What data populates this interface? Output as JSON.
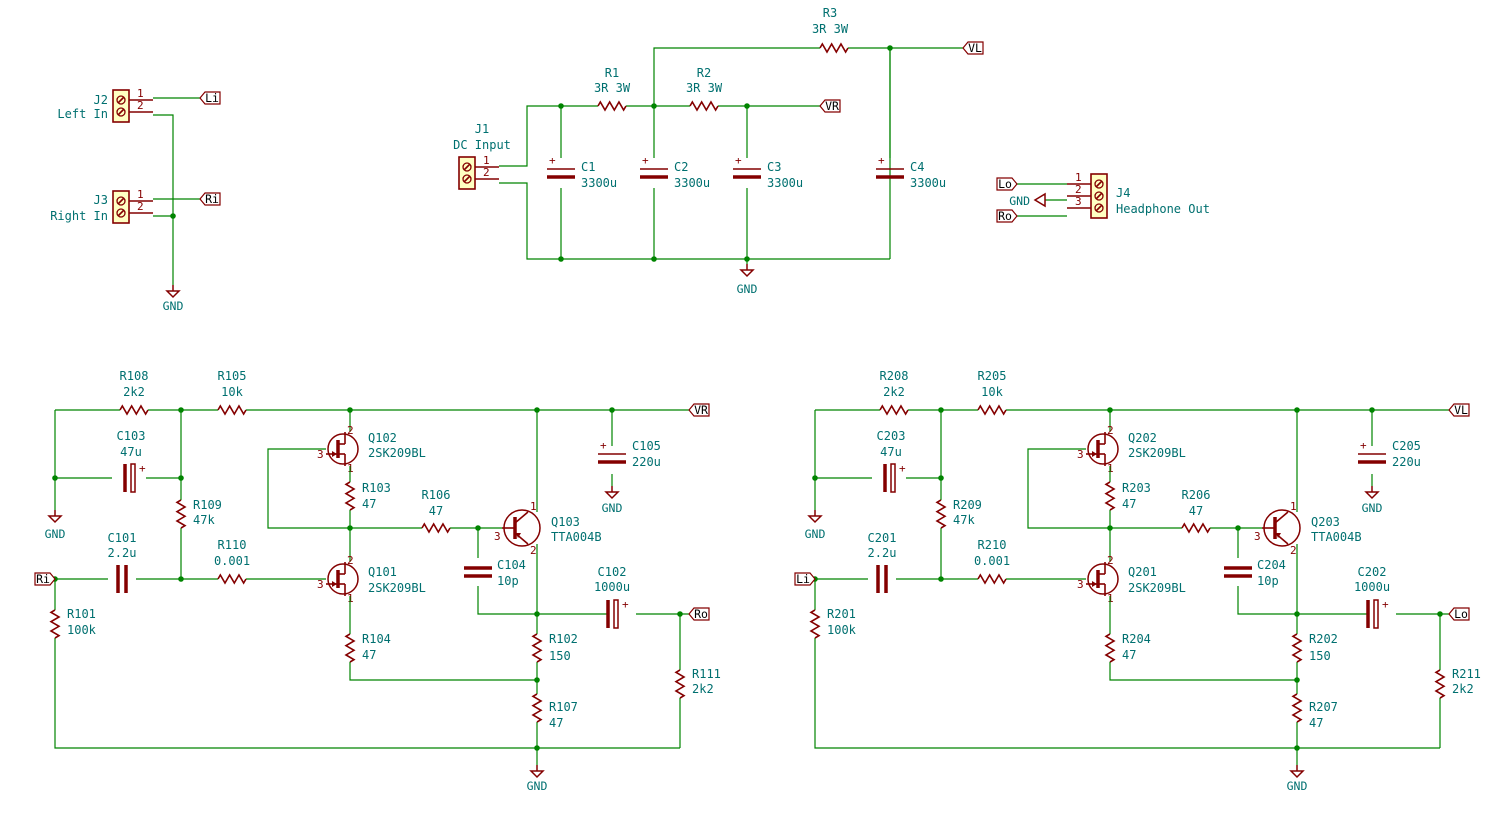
{
  "colors": {
    "wire": "#008400",
    "component": "#840000",
    "text": "#007070",
    "label": "#000000",
    "connector_fill": "#ffffc2"
  },
  "power": {
    "gnd": "GND"
  },
  "connectors": [
    {
      "ref": "J1",
      "value": "DC Input",
      "pins": [
        "1",
        "2"
      ]
    },
    {
      "ref": "J2",
      "value": "Left In",
      "pins": [
        "1",
        "2"
      ]
    },
    {
      "ref": "J3",
      "value": "Right In",
      "pins": [
        "1",
        "2"
      ]
    },
    {
      "ref": "J4",
      "value": "Headphone Out",
      "pins": [
        "1",
        "2",
        "3"
      ]
    }
  ],
  "supply": {
    "R1": {
      "ref": "R1",
      "value": "3R 3W"
    },
    "R2": {
      "ref": "R2",
      "value": "3R 3W"
    },
    "R3": {
      "ref": "R3",
      "value": "3R 3W"
    },
    "C1": {
      "ref": "C1",
      "value": "3300u"
    },
    "C2": {
      "ref": "C2",
      "value": "3300u"
    },
    "C3": {
      "ref": "C3",
      "value": "3300u"
    },
    "C4": {
      "ref": "C4",
      "value": "3300u"
    }
  },
  "net_labels": {
    "VL": "VL",
    "VR": "VR",
    "Li": "Li",
    "Ri": "Ri",
    "Lo": "Lo",
    "Ro": "Ro"
  },
  "channels": [
    {
      "name": "right",
      "in_label": "Ri",
      "out_label": "Ro",
      "vcc_label": "VR",
      "R108": {
        "ref": "R108",
        "value": "2k2"
      },
      "R105": {
        "ref": "R105",
        "value": "10k"
      },
      "C103": {
        "ref": "C103",
        "value": "47u"
      },
      "R109": {
        "ref": "R109",
        "value": "47k"
      },
      "C101": {
        "ref": "C101",
        "value": "2.2u"
      },
      "R110": {
        "ref": "R110",
        "value": "0.001"
      },
      "R101": {
        "ref": "R101",
        "value": "100k"
      },
      "Q102": {
        "ref": "Q102",
        "value": "2SK209BL"
      },
      "R103": {
        "ref": "R103",
        "value": "47"
      },
      "Q101": {
        "ref": "Q101",
        "value": "2SK209BL"
      },
      "R104": {
        "ref": "R104",
        "value": "47"
      },
      "R106": {
        "ref": "R106",
        "value": "47"
      },
      "Q103": {
        "ref": "Q103",
        "value": "TTA004B"
      },
      "C104": {
        "ref": "C104",
        "value": "10p"
      },
      "C105": {
        "ref": "C105",
        "value": "220u"
      },
      "C102": {
        "ref": "C102",
        "value": "1000u"
      },
      "R102": {
        "ref": "R102",
        "value": "150"
      },
      "R107": {
        "ref": "R107",
        "value": "47"
      },
      "R111": {
        "ref": "R111",
        "value": "2k2"
      }
    },
    {
      "name": "left",
      "in_label": "Li",
      "out_label": "Lo",
      "vcc_label": "VL",
      "R108": {
        "ref": "R208",
        "value": "2k2"
      },
      "R105": {
        "ref": "R205",
        "value": "10k"
      },
      "C103": {
        "ref": "C203",
        "value": "47u"
      },
      "R109": {
        "ref": "R209",
        "value": "47k"
      },
      "C101": {
        "ref": "C201",
        "value": "2.2u"
      },
      "R110": {
        "ref": "R210",
        "value": "0.001"
      },
      "R101": {
        "ref": "R201",
        "value": "100k"
      },
      "Q102": {
        "ref": "Q202",
        "value": "2SK209BL"
      },
      "R103": {
        "ref": "R203",
        "value": "47"
      },
      "Q101": {
        "ref": "Q201",
        "value": "2SK209BL"
      },
      "R104": {
        "ref": "R204",
        "value": "47"
      },
      "R106": {
        "ref": "R206",
        "value": "47"
      },
      "Q103": {
        "ref": "Q203",
        "value": "TTA004B"
      },
      "C104": {
        "ref": "C204",
        "value": "10p"
      },
      "C105": {
        "ref": "C205",
        "value": "220u"
      },
      "C102": {
        "ref": "C202",
        "value": "1000u"
      },
      "R102": {
        "ref": "R202",
        "value": "150"
      },
      "R107": {
        "ref": "R207",
        "value": "47"
      },
      "R111": {
        "ref": "R211",
        "value": "2k2"
      }
    }
  ]
}
